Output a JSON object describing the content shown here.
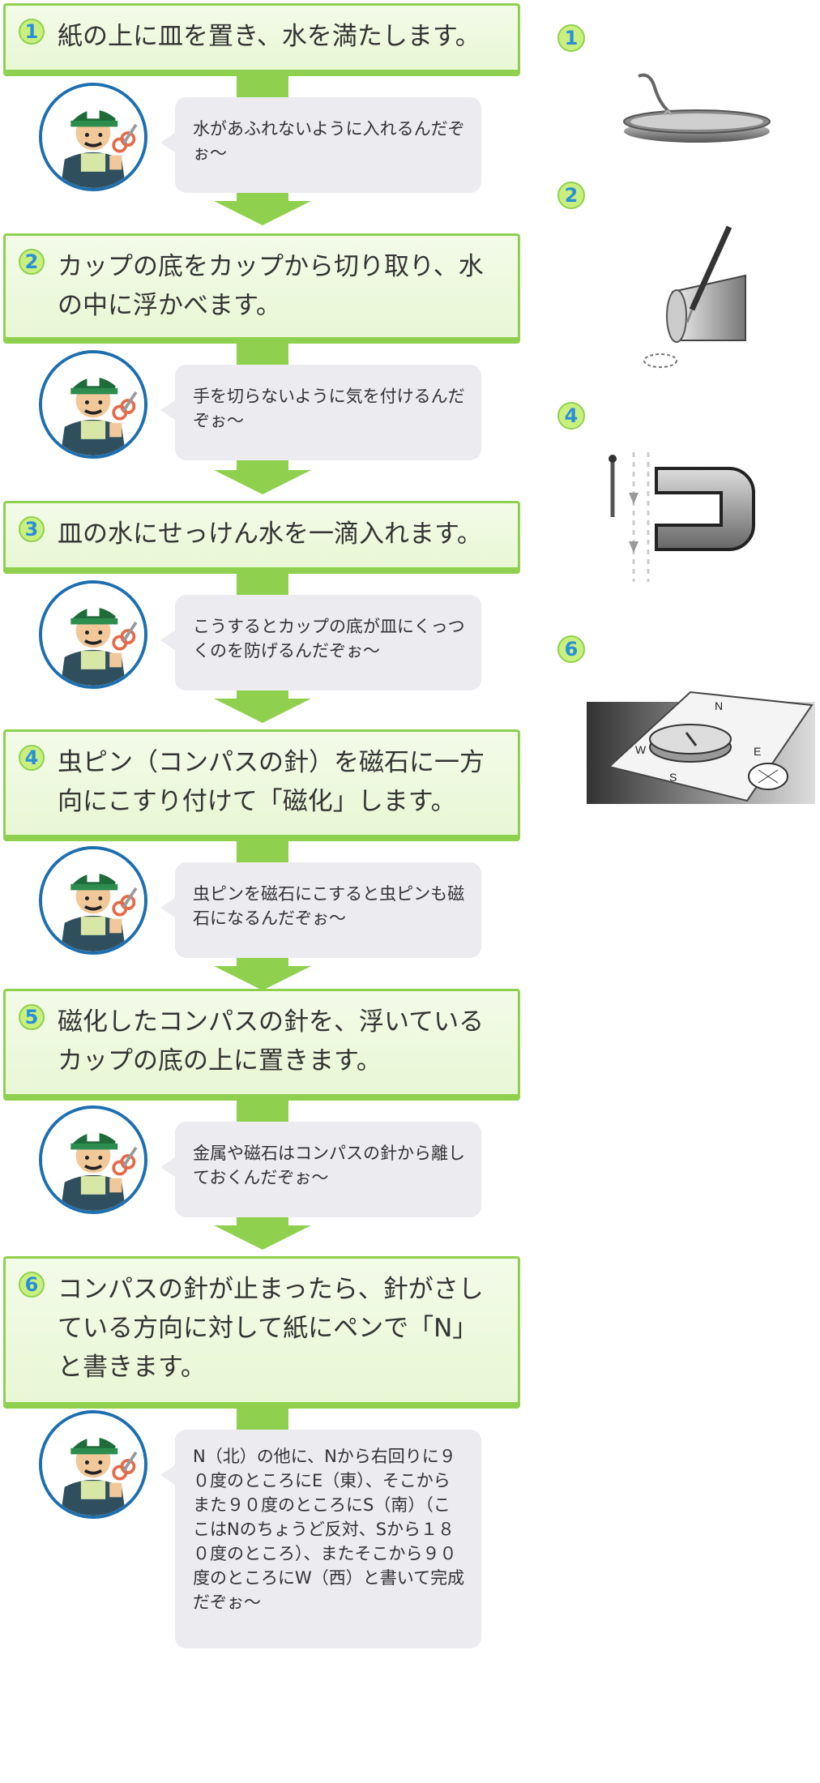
{
  "steps": [
    {
      "number": "1",
      "text": "紙の上に皿を置き、水を満たします。",
      "comment": "水があふれないように入れるんだぞぉ〜"
    },
    {
      "number": "2",
      "text": "カップの底をカップから切り取り、水の中に浮かべます。",
      "comment": "手を切らないように気を付けるんだぞぉ〜"
    },
    {
      "number": "3",
      "text": "皿の水にせっけん水を一滴入れます。",
      "comment": "こうするとカップの底が皿にくっつくのを防げるんだぞぉ〜"
    },
    {
      "number": "4",
      "text": "虫ピン（コンパスの針）を磁石に一方向にこすり付けて「磁化」します。",
      "comment": "虫ピンを磁石にこすると虫ピンも磁石になるんだぞぉ〜"
    },
    {
      "number": "5",
      "text": "磁化したコンパスの針を、浮いているカップの底の上に置きます。",
      "comment": "金属や磁石はコンパスの針から離しておくんだぞぉ〜"
    },
    {
      "number": "6",
      "text": "コンパスの針が止まったら、針がさしている方向に対して紙にペンで「N」と書きます。",
      "comment": "N（北）の他に、Nから右回りに９０度のところにE（東）、そこからまた９０度のところにS（南）（ここはNのちょうど反対、Sから１８０度のところ）、またそこから９０度のところにW（西）と書いて完成だぞぉ〜"
    }
  ],
  "illustrations": [
    {
      "number": "1",
      "icon": "dish-with-water-illustration"
    },
    {
      "number": "2",
      "icon": "cutting-cup-illustration"
    },
    {
      "number": "4",
      "icon": "magnet-and-pin-illustration"
    },
    {
      "number": "6",
      "icon": "compass-on-paper-illustration",
      "labels": {
        "n": "N",
        "e": "E",
        "s": "S",
        "w": "W"
      }
    }
  ],
  "colors": {
    "accent_green": "#8fd14f",
    "box_bg": "#eaf8da",
    "badge_fill": "#c9f07f",
    "badge_text": "#2a8fd8",
    "bubble_bg": "#ebebf0",
    "avatar_ring": "#1d6fb0"
  }
}
